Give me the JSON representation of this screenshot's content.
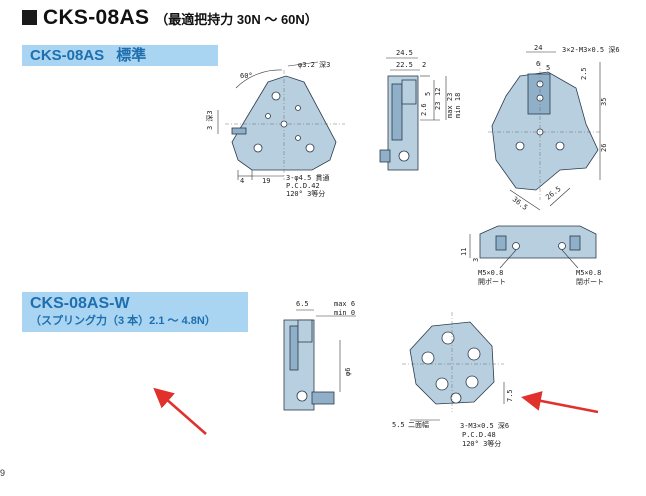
{
  "header": {
    "title": "CKS-08AS",
    "subtitle": "（最適把持力 30N ～ 60N）"
  },
  "sections": {
    "standard": {
      "model": "CKS-08AS",
      "label": "標準"
    },
    "spring": {
      "model": "CKS-08AS-W",
      "label": "（スプリング力（3 本）2.1 ～ 4.8N）"
    }
  },
  "page_number": "9",
  "dims": {
    "front": {
      "d_hole": "φ3.2 深3",
      "angle": "60°",
      "d3": "3 深3",
      "w4": "4",
      "w19": "19",
      "holes_1": "3-φ4.5 貫通",
      "holes_2": "P.C.D.42",
      "holes_3": "120° 3等分"
    },
    "side": {
      "w245": "24.5",
      "w225": "22.5",
      "w2": "2",
      "h5": "5",
      "h23": "23",
      "h12": "12",
      "max": "max 23",
      "min": "min 18",
      "h26": "2.6"
    },
    "right": {
      "w24": "24",
      "w6": "6",
      "tap": "3×2-M3×0.5 深6",
      "h25": "2.5",
      "h35": "35",
      "h26": "26",
      "d5": "5",
      "a265": "26.5",
      "a365": "36.5"
    },
    "bottom": {
      "h11": "11",
      "h3": "3",
      "port_l": "M5×0.8",
      "port_l2": "開ポート",
      "port_r": "M5×0.8",
      "port_r2": "閉ポート"
    },
    "w_side": {
      "w65": "6.5",
      "max": "max 6",
      "min": "min 0",
      "d6": "φ6"
    },
    "w_front": {
      "h75": "7.5",
      "w55": "5.5",
      "note": "二面幅",
      "tap": "3-M3×0.5 深6",
      "pcd": "P.C.D.48",
      "angle": "120° 3等分"
    }
  },
  "colors": {
    "band_bg": "#a9d5f2",
    "band_text": "#1f6fae",
    "part_fill": "#b8cfe0",
    "arrow": "#e0312c"
  }
}
